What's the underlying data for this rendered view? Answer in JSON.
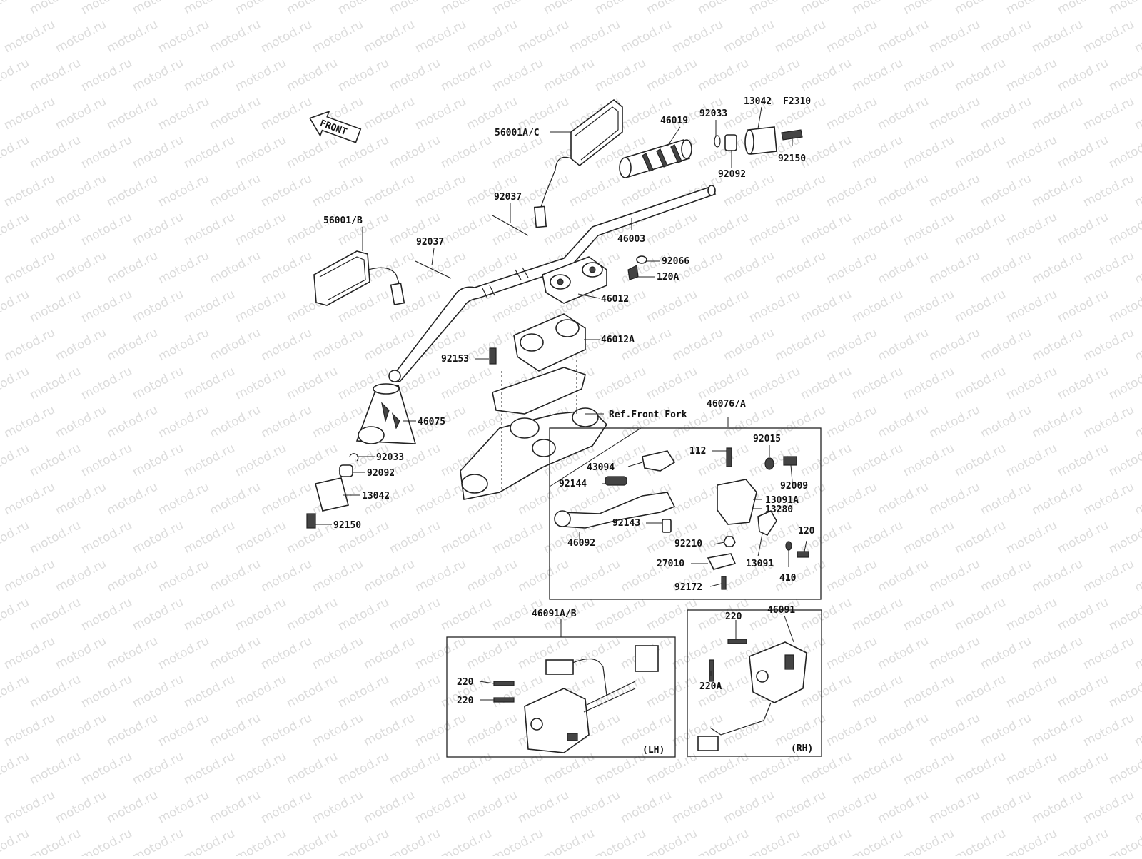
{
  "diagram": {
    "code": "F2310",
    "front_marker": "FRONT",
    "watermark": "motod.ru",
    "ref_label": "Ref.Front Fork",
    "lh_tag": "(LH)",
    "rh_tag": "(RH)"
  },
  "labels": [
    "56001A/C",
    "46019",
    "92033",
    "13042",
    "92150",
    "92092",
    "92037",
    "46003",
    "56001/B",
    "92037",
    "92066",
    "120A",
    "46012",
    "46012A",
    "92153",
    "46075",
    "92033",
    "92092",
    "13042",
    "92150",
    "46076/A",
    "92015",
    "112",
    "43094",
    "92009",
    "92144",
    "13091A",
    "13280",
    "92143",
    "120",
    "46092",
    "92210",
    "13091",
    "27010",
    "410",
    "92172",
    "46091A/B",
    "46091",
    "220",
    "220",
    "220",
    "220A"
  ]
}
